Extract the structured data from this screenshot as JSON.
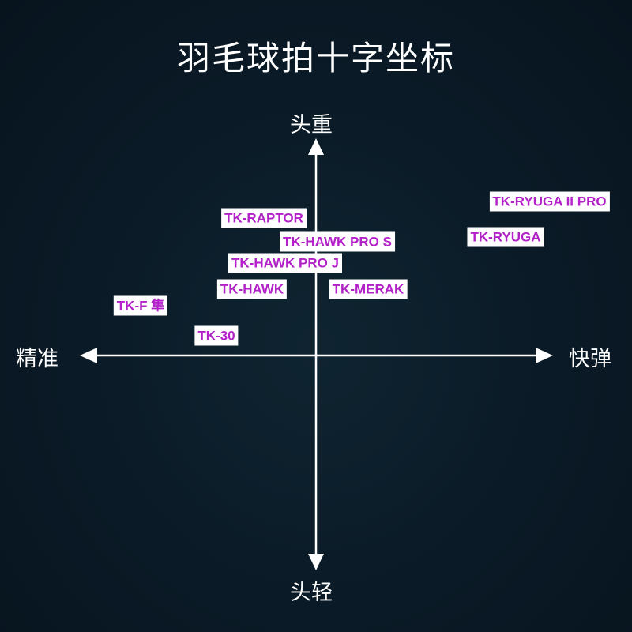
{
  "title": "羽毛球拍十字坐标",
  "axes": {
    "top": "头重",
    "bottom": "头轻",
    "left": "精准",
    "right": "快弹"
  },
  "colors": {
    "label_text": "#b220c8",
    "label_bg": "#ffffff",
    "axis": "#ffffff",
    "background": "#0a1a26"
  },
  "chart_data": {
    "type": "scatter",
    "title": "羽毛球拍十字坐标",
    "xlim": [
      -10,
      10
    ],
    "ylim": [
      -10,
      10
    ],
    "x_negative_label": "精准",
    "x_positive_label": "快弹",
    "y_positive_label": "头重",
    "y_negative_label": "头轻",
    "points": [
      {
        "label": "TK-RAPTOR",
        "x": -2.2,
        "y": 5.8
      },
      {
        "label": "TK-HAWK PRO S",
        "x": 0.9,
        "y": 4.8
      },
      {
        "label": "TK-HAWK PRO J",
        "x": -1.3,
        "y": 3.9
      },
      {
        "label": "TK-HAWK",
        "x": -2.7,
        "y": 2.8
      },
      {
        "label": "TK-MERAK",
        "x": 2.2,
        "y": 2.8
      },
      {
        "label": "TK-F 隼",
        "x": -7.4,
        "y": 2.1
      },
      {
        "label": "TK-30",
        "x": -4.2,
        "y": 0.85
      },
      {
        "label": "TK-RYUGA II PRO",
        "x": 9.85,
        "y": 6.5
      },
      {
        "label": "TK-RYUGA",
        "x": 8.0,
        "y": 5.0
      }
    ]
  }
}
